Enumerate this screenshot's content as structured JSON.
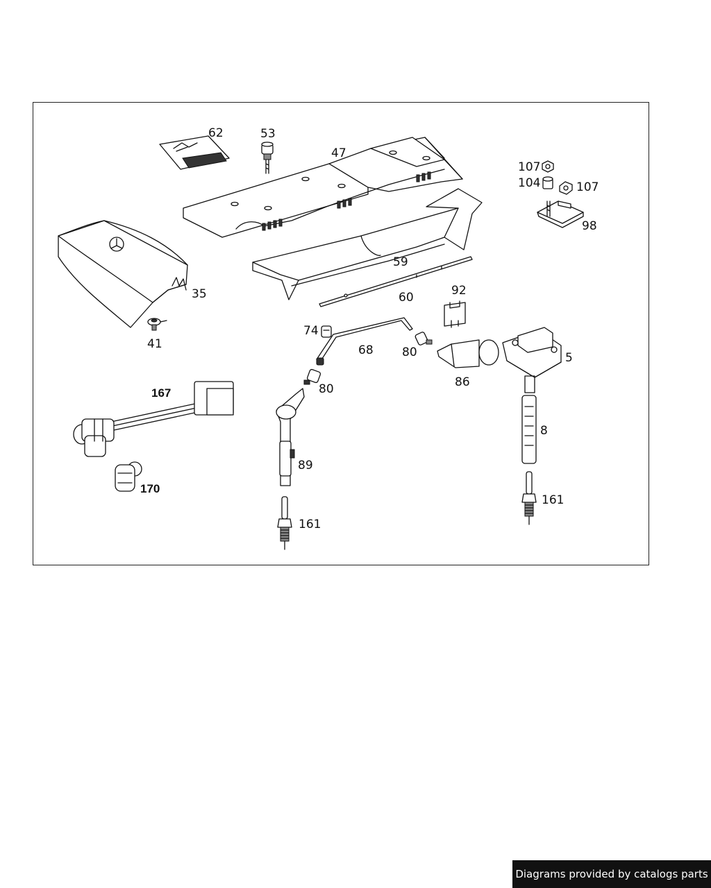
{
  "diagram": {
    "labels": {
      "p62": "62",
      "p53": "53",
      "p47": "47",
      "p107a": "107",
      "p104": "104",
      "p107b": "107",
      "p98": "98",
      "p35": "35",
      "p41": "41",
      "p59": "59",
      "p60": "60",
      "p92": "92",
      "p74": "74",
      "p68": "68",
      "p80a": "80",
      "p80b": "80",
      "p86": "86",
      "p5": "5",
      "p167": "167",
      "p8": "8",
      "p89": "89",
      "p170": "170",
      "p161a": "161",
      "p161b": "161"
    }
  },
  "footer": {
    "text": "Diagrams provided by catalogs parts"
  }
}
